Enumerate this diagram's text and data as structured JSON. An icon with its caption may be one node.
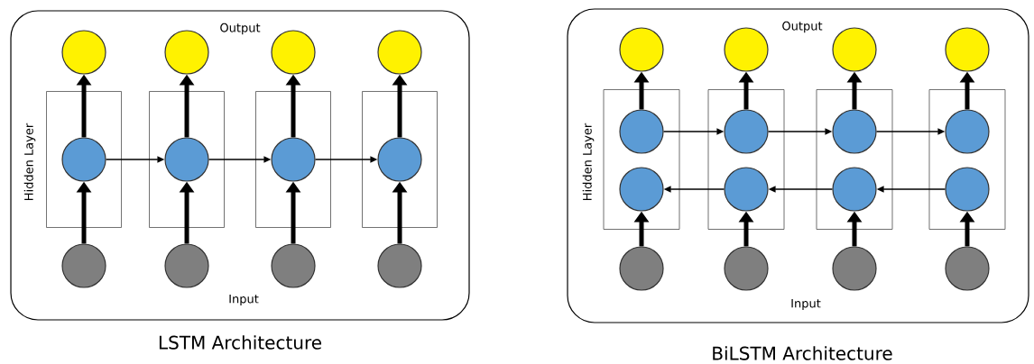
{
  "diagram": {
    "nodes": [
      {
        "text": [
          "Output",
          "Hidden Layer",
          "Input"
        ]
      },
      {
        "text": [],
        "shape": "circle",
        "in": 0
      },
      {
        "text": [],
        "shape": "circle",
        "in": 0
      },
      {
        "text": [],
        "shape": "circle",
        "in": 0
      },
      {
        "text": [],
        "shape": "circle",
        "in": 0
      },
      {
        "text": [],
        "shape": "box",
        "in": 0
      },
      {
        "text": [],
        "shape": "box",
        "in": 0
      },
      {
        "text": [],
        "shape": "box",
        "in": 0
      },
      {
        "text": [],
        "shape": "box",
        "in": 0
      },
      {
        "text": [],
        "shape": "circle",
        "in": 5
      },
      {
        "text": [],
        "shape": "circle",
        "in": 6
      },
      {
        "text": [],
        "shape": "circle",
        "in": 7
      },
      {
        "text": [],
        "shape": "circle",
        "in": 8
      },
      {
        "text": [],
        "shape": "circle",
        "in": 0
      },
      {
        "text": [],
        "shape": "circle",
        "in": 0
      },
      {
        "text": [],
        "shape": "circle",
        "in": 0
      },
      {
        "text": [],
        "shape": "circle",
        "in": 0
      },
      {
        "text": [
          "Output",
          "Hidden Layer",
          "Input"
        ]
      },
      {
        "text": [],
        "shape": "circle",
        "in": 17
      },
      {
        "text": [],
        "shape": "circle",
        "in": 17
      },
      {
        "text": [],
        "shape": "circle",
        "in": 17
      },
      {
        "text": [],
        "shape": "circle",
        "in": 17
      },
      {
        "text": [],
        "shape": "box",
        "in": 17
      },
      {
        "text": [],
        "shape": "box",
        "in": 17
      },
      {
        "text": [],
        "shape": "box",
        "in": 17
      },
      {
        "text": [],
        "shape": "box",
        "in": 17
      },
      {
        "text": [],
        "shape": "circle",
        "in": 22
      },
      {
        "text": [],
        "shape": "circle",
        "in": 23
      },
      {
        "text": [],
        "shape": "circle",
        "in": 24
      },
      {
        "text": [],
        "shape": "circle",
        "in": 25
      },
      {
        "text": [],
        "shape": "circle",
        "in": 22
      },
      {
        "text": [],
        "shape": "circle",
        "in": 23
      },
      {
        "text": [],
        "shape": "circle",
        "in": 24
      },
      {
        "text": [],
        "shape": "circle",
        "in": 25
      },
      {
        "text": [],
        "shape": "circle",
        "in": 17
      },
      {
        "text": [],
        "shape": "circle",
        "in": 17
      },
      {
        "text": [],
        "shape": "circle",
        "in": 17
      },
      {
        "text": [],
        "shape": "circle",
        "in": 17
      }
    ],
    "edges": [
      {
        "from": 13,
        "to": 9,
        "arrow": "to"
      },
      {
        "from": 14,
        "to": 10,
        "arrow": "to"
      },
      {
        "from": 15,
        "to": 11,
        "arrow": "to"
      },
      {
        "from": 16,
        "to": 12,
        "arrow": "to"
      },
      {
        "from": 9,
        "to": 1,
        "arrow": "to"
      },
      {
        "from": 10,
        "to": 2,
        "arrow": "to"
      },
      {
        "from": 11,
        "to": 3,
        "arrow": "to"
      },
      {
        "from": 12,
        "to": 4,
        "arrow": "to"
      },
      {
        "from": 9,
        "to": 10,
        "arrow": "to"
      },
      {
        "from": 10,
        "to": 11,
        "arrow": "to"
      },
      {
        "from": 11,
        "to": 12,
        "arrow": "to"
      },
      {
        "from": 34,
        "to": 30,
        "arrow": "to"
      },
      {
        "from": 35,
        "to": 31,
        "arrow": "to"
      },
      {
        "from": 36,
        "to": 32,
        "arrow": "to"
      },
      {
        "from": 37,
        "to": 33,
        "arrow": "to"
      },
      {
        "from": 26,
        "to": 18,
        "arrow": "to"
      },
      {
        "from": 27,
        "to": 19,
        "arrow": "to"
      },
      {
        "from": 28,
        "to": 20,
        "arrow": "to"
      },
      {
        "from": 29,
        "to": 21,
        "arrow": "to"
      },
      {
        "from": 26,
        "to": 27,
        "arrow": "to"
      },
      {
        "from": 27,
        "to": 28,
        "arrow": "to"
      },
      {
        "from": 28,
        "to": 29,
        "arrow": "to"
      },
      {
        "from": 33,
        "to": 32,
        "arrow": "to"
      },
      {
        "from": 32,
        "to": 31,
        "arrow": "to"
      },
      {
        "from": 31,
        "to": 30,
        "arrow": "to"
      }
    ],
    "labels": [
      "LSTM Architecture",
      "BiLSTM Architecture"
    ]
  }
}
